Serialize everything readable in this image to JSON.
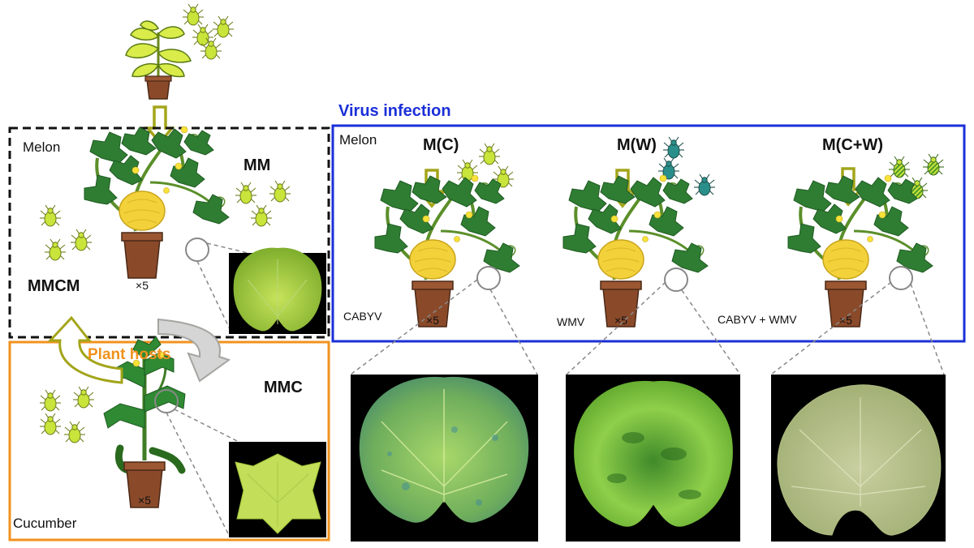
{
  "diagram": {
    "virus_infection_title": "Virus infection",
    "plant_hosts_title": "Plant hosts",
    "left_box": {
      "host_label": "Melon",
      "line_label": "MM",
      "line_label_2": "MMCM",
      "pot_count": "×5"
    },
    "cucumber_box": {
      "host_label": "Cucumber",
      "line_label": "MMC",
      "pot_count": "×5"
    },
    "virus_box": {
      "host_label": "Melon",
      "treatments": [
        {
          "label": "M(C)",
          "virus": "CABYV",
          "pot_count": "×5"
        },
        {
          "label": "M(W)",
          "virus": "WMV",
          "pot_count": "×5"
        },
        {
          "label": "M(C+W)",
          "virus": "CABYV + WMV",
          "pot_count": "×5"
        }
      ]
    },
    "colors": {
      "black_box": "#111111",
      "blue_box": "#1a2fd8",
      "orange_box": "#f0921e",
      "arrow_olive": "#a3a51a",
      "aphid_yellow_green": "#c9e43a",
      "aphid_teal": "#2a8f8a",
      "leaf_dark": "#2f7d32",
      "pot": "#8a4a2a"
    }
  }
}
